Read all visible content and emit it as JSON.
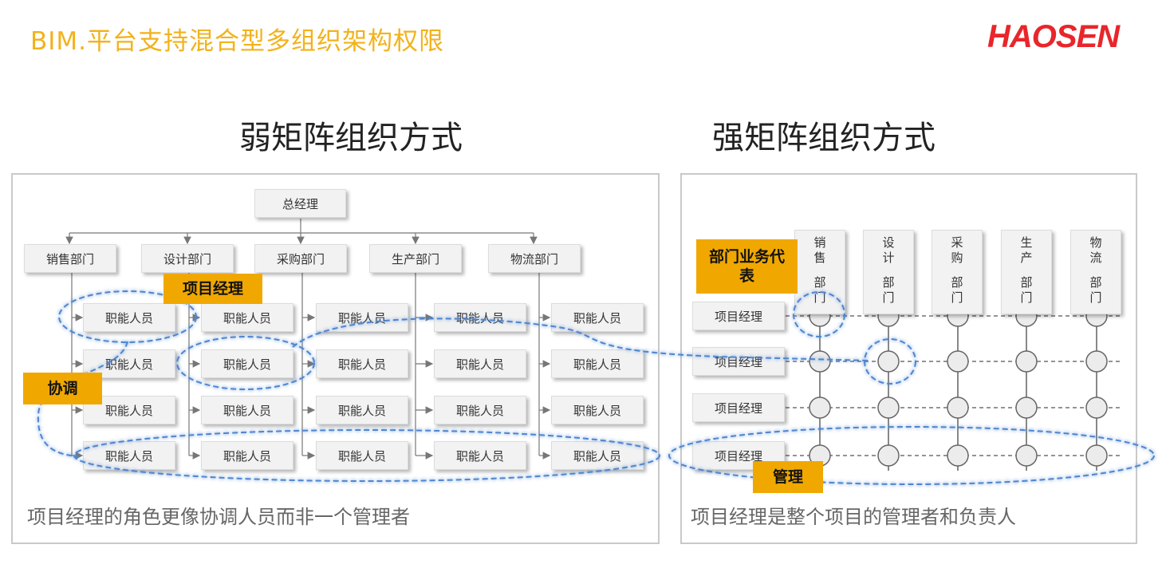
{
  "slide": {
    "title": "BIM.平台支持混合型多组织架构权限",
    "logo": "HAOSEN"
  },
  "weak": {
    "title": "弱矩阵组织方式",
    "top": "总经理",
    "departments": [
      "销售部门",
      "设计部门",
      "采购部门",
      "生产部门",
      "物流部门"
    ],
    "staff": "职能人员",
    "pm_tag": "项目经理",
    "coord_tag": "协调",
    "caption": "项目经理的角色更像协调人员而非一个管理者"
  },
  "strong": {
    "title": "强矩阵组织方式",
    "departments": [
      {
        "line1": "销",
        "line2": "售",
        "line3": "部",
        "line4": "门"
      },
      {
        "line1": "设",
        "line2": "计",
        "line3": "部",
        "line4": "门"
      },
      {
        "line1": "采",
        "line2": "购",
        "line3": "部",
        "line4": "门"
      },
      {
        "line1": "生",
        "line2": "产",
        "line3": "部",
        "line4": "门"
      },
      {
        "line1": "物",
        "line2": "流",
        "line3": "部",
        "line4": "门"
      }
    ],
    "pm_rows": [
      "项目经理",
      "项目经理",
      "项目经理",
      "项目经理"
    ],
    "rep_tag": "部门业务代表",
    "mgmt_tag": "管理",
    "caption": "项目经理是整个项目的管理者和负责人"
  },
  "colors": {
    "accent_orange": "#f0a800",
    "title_yellow": "#f2b21a",
    "logo_red": "#e8262b",
    "highlight_blue": "#5b8fd6"
  }
}
